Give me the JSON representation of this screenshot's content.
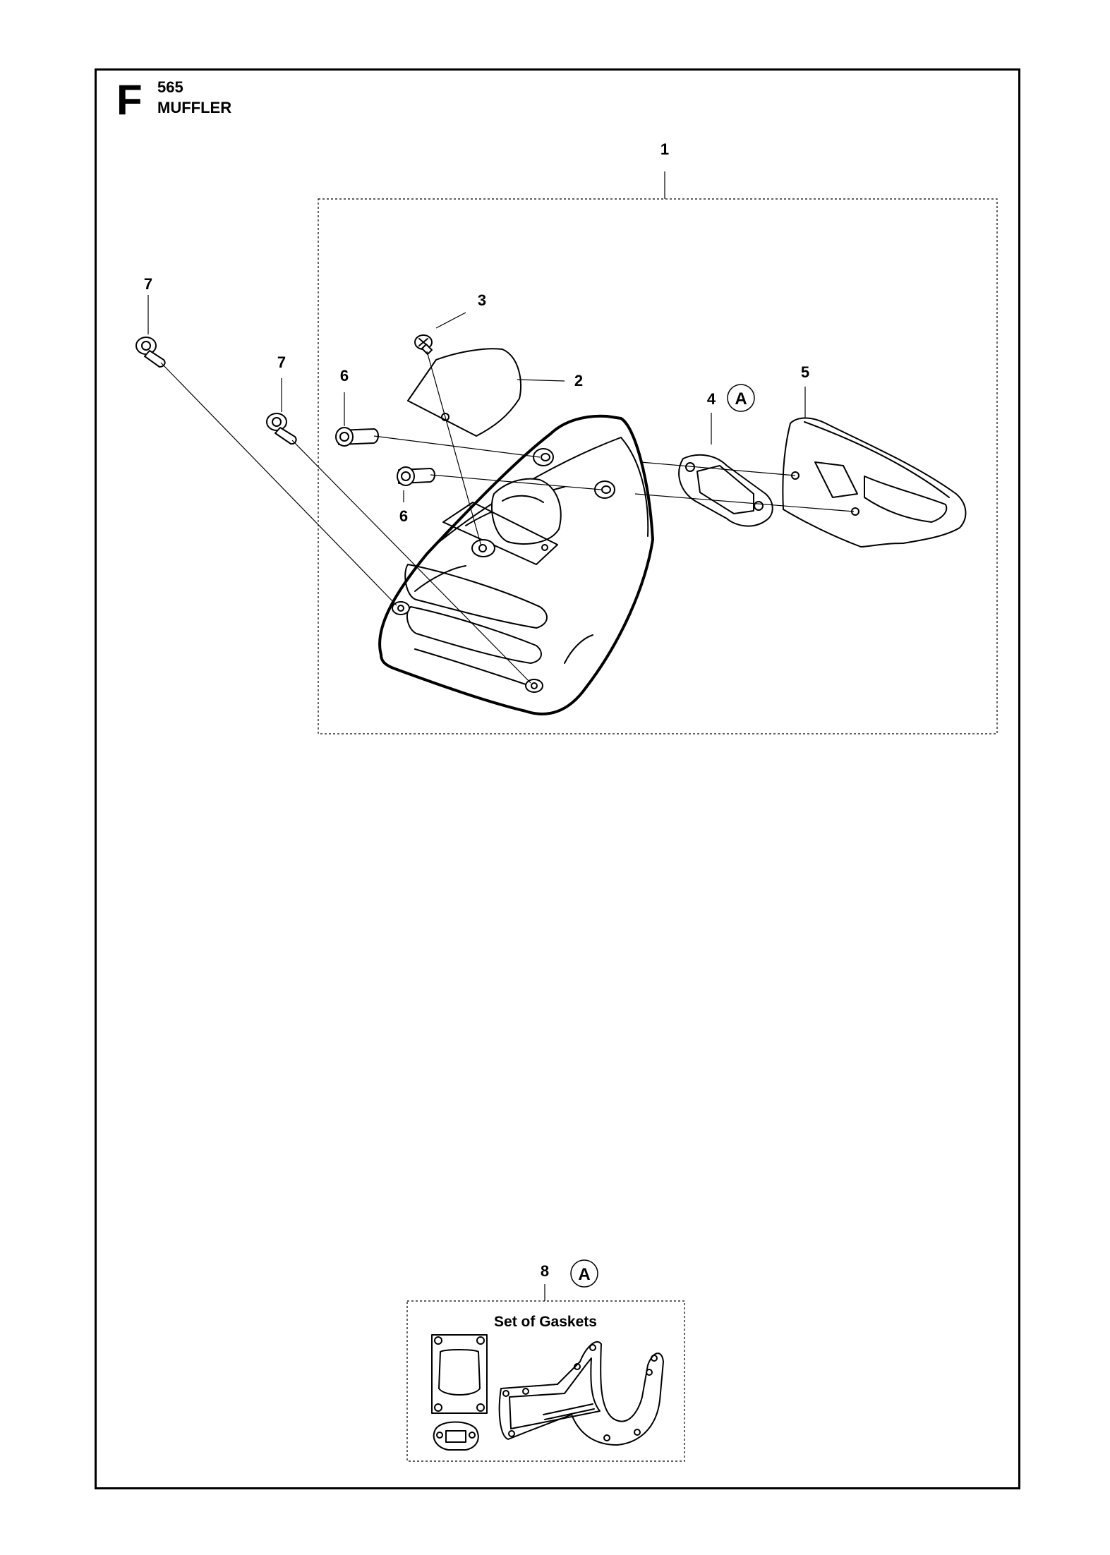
{
  "header": {
    "section_letter": "F",
    "model": "565",
    "title": "MUFFLER"
  },
  "callouts": {
    "c1": "1",
    "c2": "2",
    "c3": "3",
    "c4": "4",
    "c5": "5",
    "c6a": "6",
    "c6b": "6",
    "c7a": "7",
    "c7b": "7",
    "c8": "8"
  },
  "markers": {
    "gasket_marker_4": "A",
    "gasket_marker_8": "A"
  },
  "gasket_kit": {
    "title": "Set of Gaskets"
  },
  "icons": [
    "muffler-body",
    "cover-plate",
    "screw",
    "gasket",
    "heat-shield",
    "bolt",
    "gasket-set"
  ]
}
